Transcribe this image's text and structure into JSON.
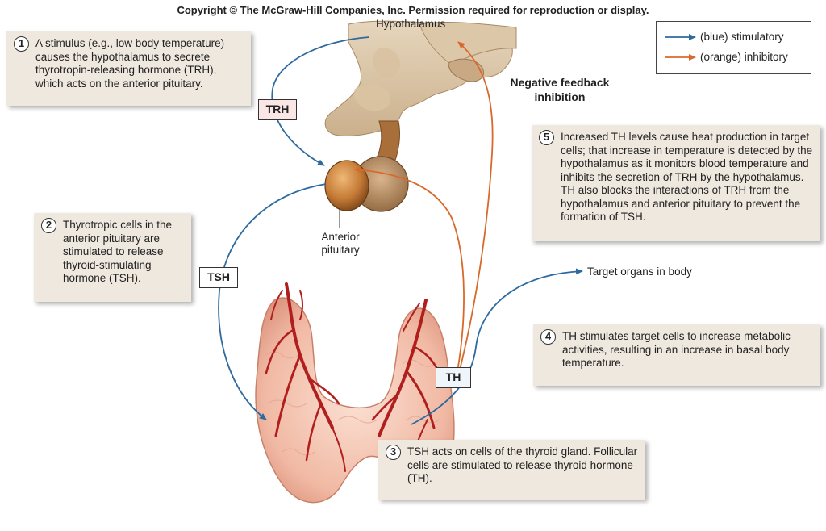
{
  "copyright": "Copyright © The McGraw-Hill Companies, Inc. Permission required for reproduction or display.",
  "legend": {
    "stimulatory": "(blue) stimulatory",
    "inhibitory": "(orange) inhibitory"
  },
  "labels": {
    "hypothalamus": "Hypothalamus",
    "negative_feedback": "Negative feedback inhibition",
    "anterior_pituitary": "Anterior pituitary",
    "target_organs": "Target organs in body"
  },
  "tags": {
    "trh": "TRH",
    "tsh": "TSH",
    "th": "TH"
  },
  "steps": [
    {
      "number": "1",
      "text": "A stimulus (e.g., low body temperature) causes the hypothalamus to secrete thyrotropin-releasing hormone (TRH), which acts on the anterior pituitary."
    },
    {
      "number": "2",
      "text": "Thyrotropic cells in the anterior pituitary are stimulated to release thyroid-stimulating hormone (TSH)."
    },
    {
      "number": "3",
      "text": "TSH acts on cells of the thyroid gland. Follicular cells are stimulated to release thyroid hormone (TH)."
    },
    {
      "number": "4",
      "text": "TH stimulates target cells to increase metabolic activities, resulting in an increase in basal body temperature."
    },
    {
      "number": "5",
      "text": "Increased TH levels cause heat production in target cells; that increase in temperature is detected by the hypothalamus as it monitors blood temperature and inhibits the secretion of TRH by the hypothalamus.  TH also blocks the interactions of TRH from the hypothalamus and anterior pituitary to prevent the formation of TSH."
    }
  ],
  "colors": {
    "stimulatory": "#2e6a9e",
    "inhibitory": "#d9692a",
    "box_bg": "#efe8df"
  }
}
